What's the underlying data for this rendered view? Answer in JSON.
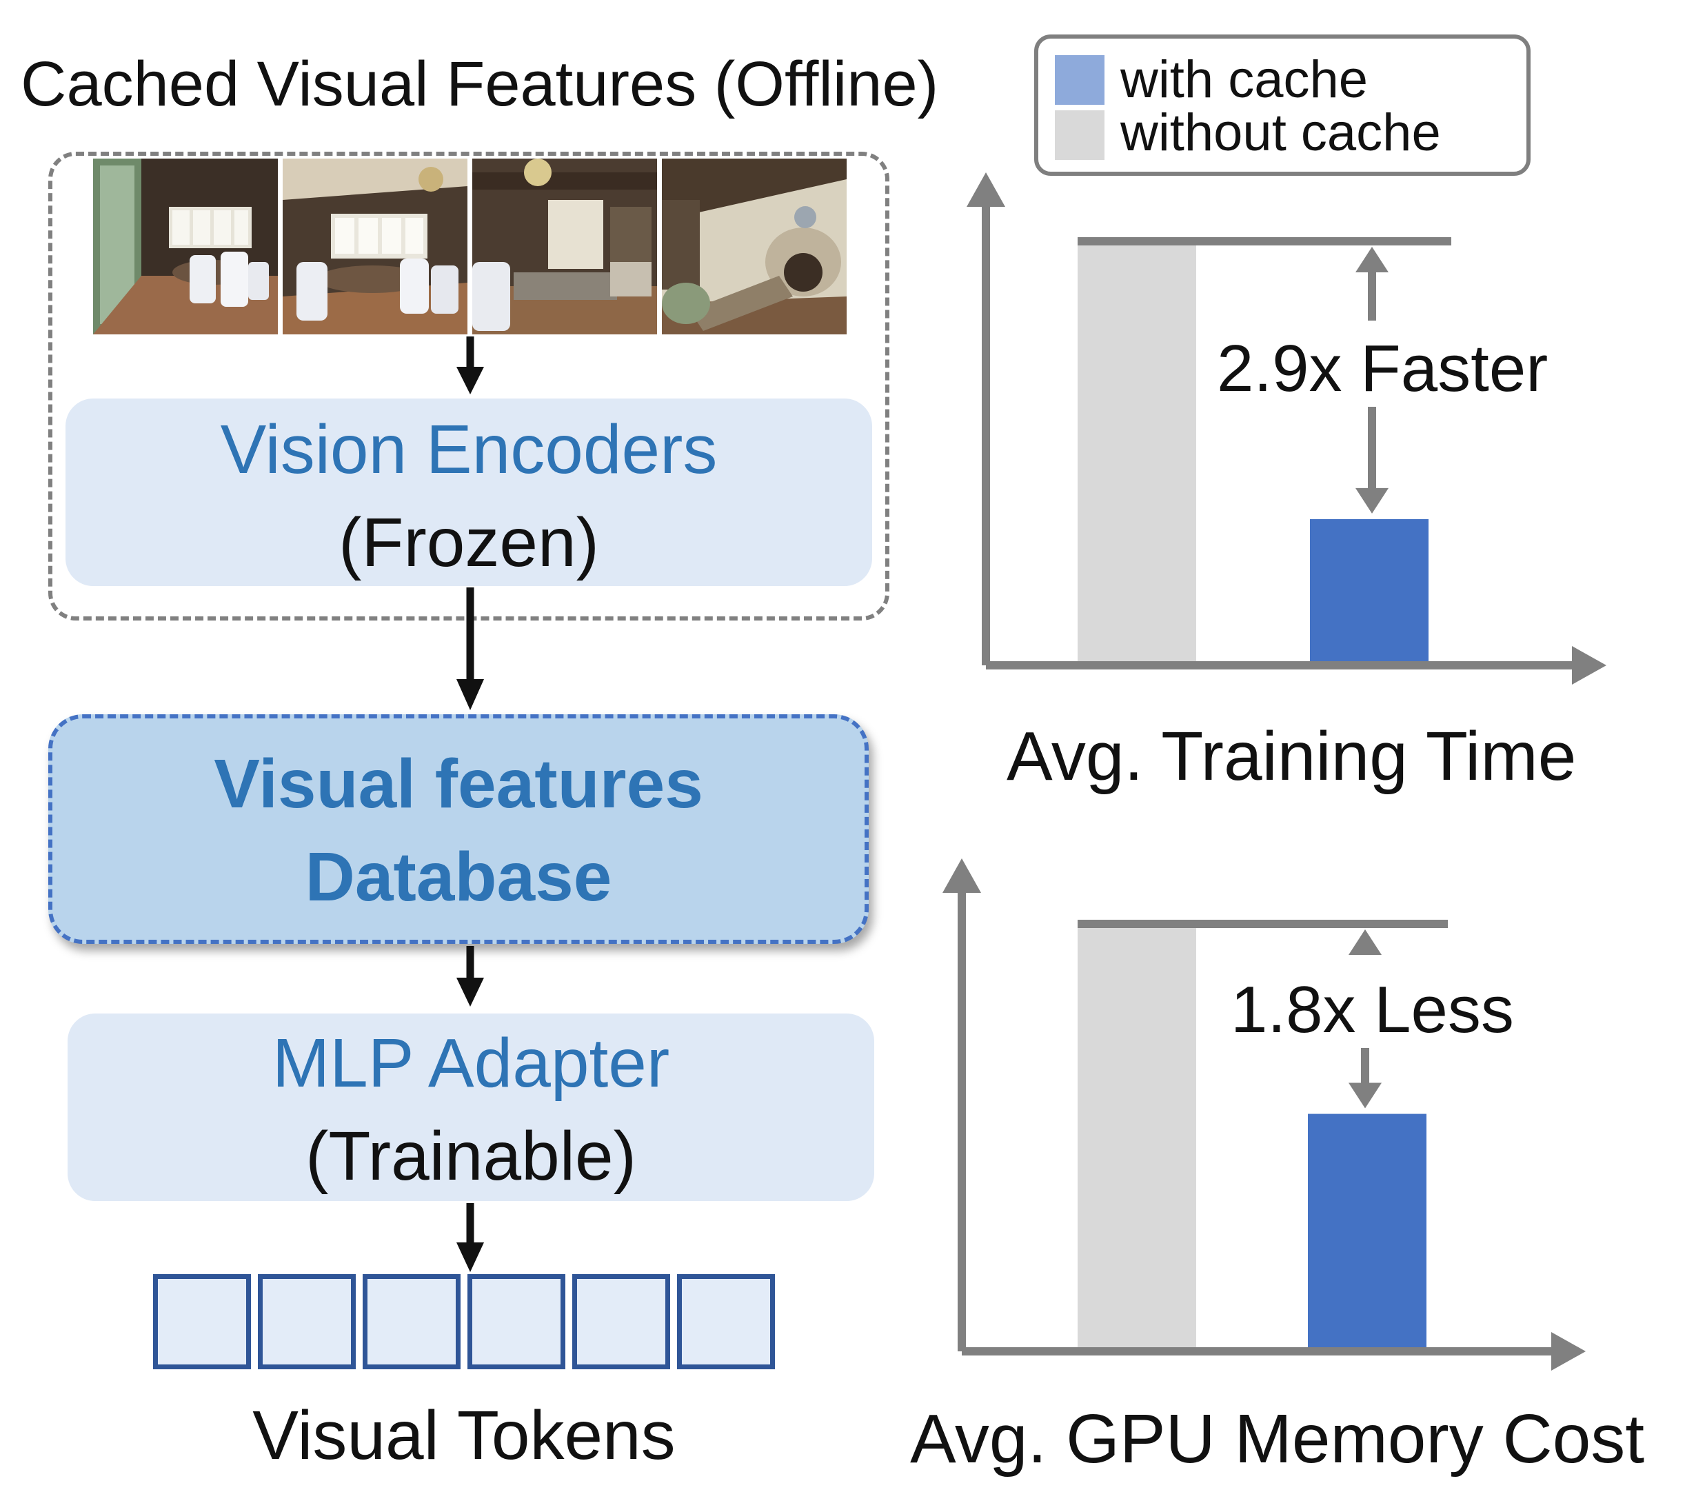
{
  "pipeline": {
    "cache_title": "Cached Visual Features (Offline)",
    "encoder_name": "Vision Encoders",
    "encoder_state": "(Frozen)",
    "database_line1": "Visual features",
    "database_line2": "Database",
    "adapter_name": "MLP Adapter",
    "adapter_state": "(Trainable)",
    "tokens_label": "Visual Tokens",
    "token_count": 6,
    "image_count": 4
  },
  "legend": {
    "items": [
      {
        "label": "with cache",
        "color": "#8eaadb"
      },
      {
        "label": "without cache",
        "color": "#d9d9d9"
      }
    ]
  },
  "colors": {
    "with_cache_bar": "#4472c4",
    "without_cache_bar": "#d9d9d9",
    "axis": "#808080",
    "arrow": "#111111",
    "text_blue": "#2e74b5"
  },
  "chart_data": [
    {
      "type": "bar",
      "xlabel": "Avg. Training Time",
      "categories": [
        "without cache",
        "with cache"
      ],
      "values": [
        2.9,
        1.0
      ],
      "annotation": "2.9x Faster"
    },
    {
      "type": "bar",
      "xlabel": "Avg. GPU Memory Cost",
      "categories": [
        "without cache",
        "with cache"
      ],
      "values": [
        1.8,
        1.0
      ],
      "annotation": "1.8x Less"
    }
  ]
}
